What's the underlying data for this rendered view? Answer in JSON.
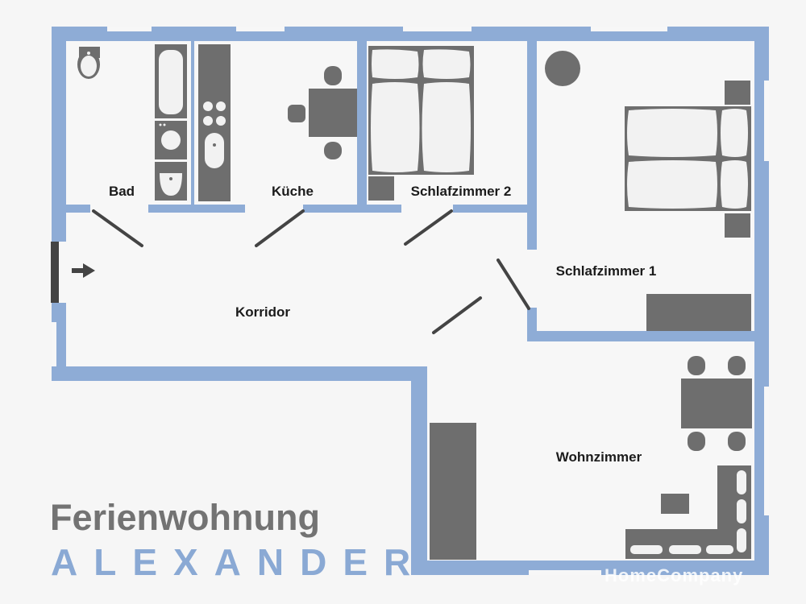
{
  "colors": {
    "wall": "#8eacd6",
    "floor": "#f7f7f7",
    "furniture": "#6e6e6e",
    "furniture_light": "#f2f2f2",
    "door": "#444444",
    "title": "#737373",
    "subtitle": "#8aa9d4"
  },
  "rooms": {
    "bad": "Bad",
    "kueche": "Küche",
    "schlafzimmer2": "Schlafzimmer 2",
    "schlafzimmer1": "Schlafzimmer 1",
    "korridor": "Korridor",
    "wohnzimmer": "Wohnzimmer"
  },
  "title": {
    "line1": "Ferienwohnung",
    "line2": "ALEXANDER"
  },
  "watermark": "HomeCompany",
  "icons": {
    "entrance": "arrow-right-icon"
  }
}
